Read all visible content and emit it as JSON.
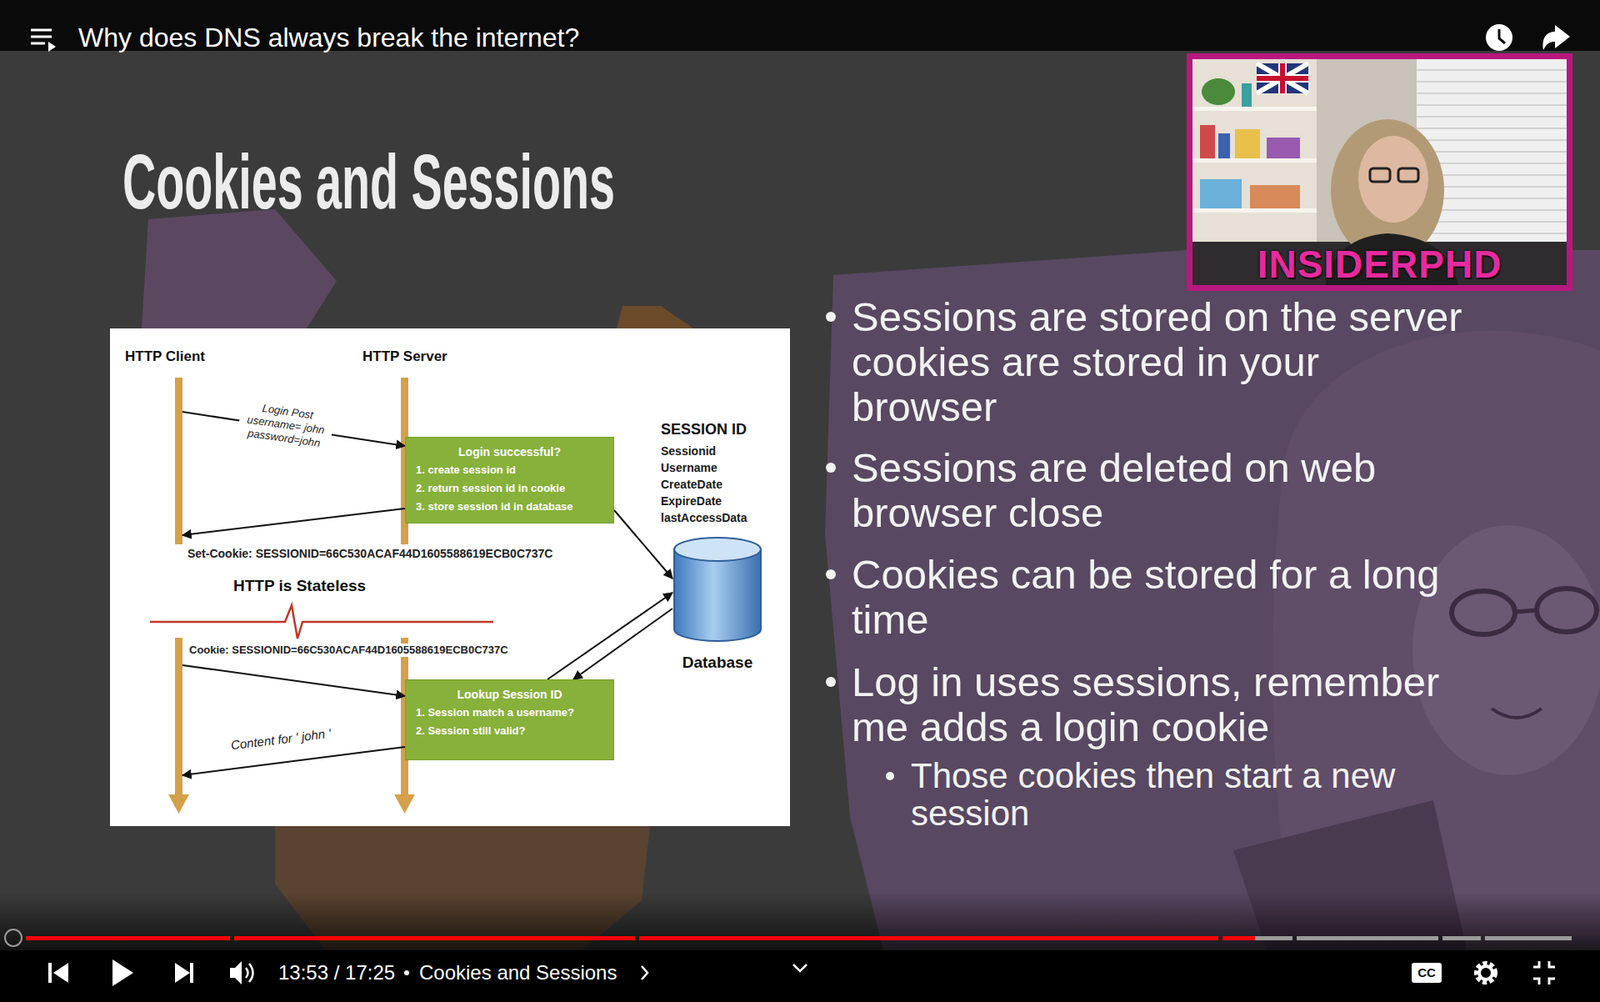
{
  "diagram": {
    "title": "Cookies and Sessions",
    "nodes": [
      {
        "text": [
          "INSIDERPHD"
        ]
      },
      {
        "text": [
          "HTTP Client"
        ]
      },
      {
        "text": [
          "HTTP Server"
        ]
      },
      {
        "text": [
          "Login successful?",
          "1. create session id",
          "2. return session id in cookie",
          "3. store session id in database"
        ]
      },
      {
        "text": [
          "Database"
        ]
      },
      {
        "text": [
          "Lookup Session ID",
          "1. Session match a username?",
          "2. Session still valid?"
        ]
      }
    ],
    "edges": [
      {
        "from": 1,
        "to": 3,
        "label": "Login Post username= john password=john",
        "arrow": "to"
      },
      {
        "from": 3,
        "to": 1,
        "label": "Set-Cookie: SESSIONID=66C530ACAF44D1605588619ECB0C737C",
        "arrow": "to"
      },
      {
        "from": 3,
        "to": 4,
        "arrow": "to"
      },
      {
        "from": 1,
        "to": 5,
        "label": "Cookie: SESSIONID=66C530ACAF44D1605588619ECB0C737C",
        "arrow": "to"
      },
      {
        "from": 5,
        "to": 4,
        "arrow": "to"
      },
      {
        "from": 4,
        "to": 5,
        "arrow": "to"
      },
      {
        "from": 5,
        "to": 1,
        "label": "Content for ' john '",
        "arrow": "to"
      }
    ],
    "labels": [
      "Why does DNS always break the internet?",
      "HTTP is Stateless",
      "SESSION ID",
      "Sessionid",
      "Username",
      "CreateDate",
      "ExpireDate",
      "lastAccessData",
      "Sessions are stored on the server cookies are stored in your browser",
      "Sessions are deleted on web browser close",
      "Cookies can be stored for a long time",
      "Log in uses sessions, remember me adds a login cookie",
      "Those cookies then start a new session",
      "13:53 / 17:25",
      "Cookies and Sessions",
      "CC"
    ]
  }
}
